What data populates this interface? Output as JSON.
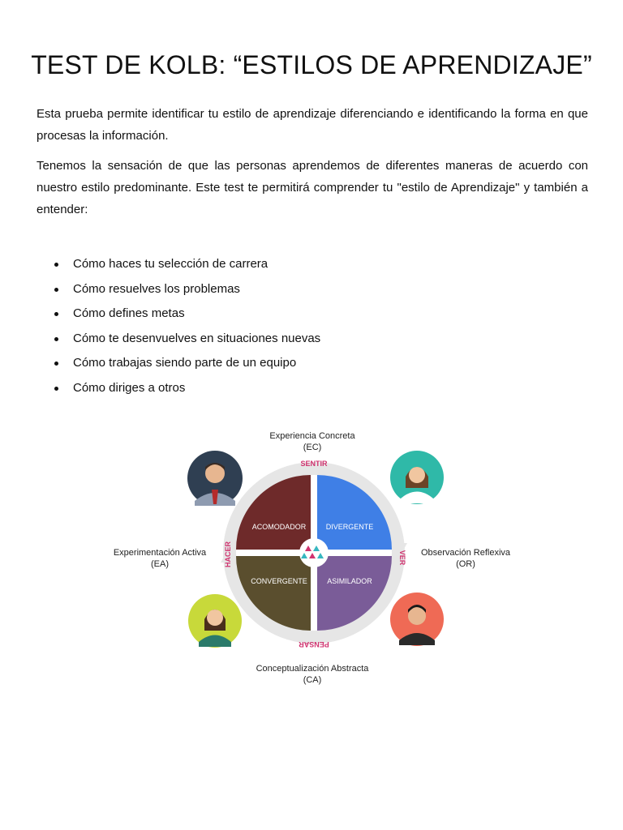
{
  "title": "TEST DE KOLB: “ESTILOS DE APRENDIZAJE”",
  "paragraphs": [
    "Esta prueba permite identificar tu estilo de aprendizaje diferenciando e identificando la forma en que procesas la información.",
    "Tenemos la sensación de que las personas aprendemos de diferentes maneras de acuerdo con nuestro estilo predominante. Este test te permitirá comprender tu \"estilo de Aprendizaje\" y también a entender:"
  ],
  "bullets": [
    "Cómo haces tu selección de carrera",
    "Cómo resuelves los problemas",
    "Cómo defines metas",
    "Cómo te desenvuelves en situaciones nuevas",
    "Cómo trabajas siendo parte de un equipo",
    "Cómo diriges a otros"
  ],
  "diagram": {
    "top_label": {
      "line1": "Experiencia Concreta",
      "line2": "(EC)"
    },
    "bottom_label": {
      "line1": "Conceptualización Abstracta",
      "line2": "(CA)"
    },
    "left_label": {
      "line1": "Experimentación Activa",
      "line2": "(EA)"
    },
    "right_label": {
      "line1": "Observación Reflexiva",
      "line2": "(OR)"
    },
    "verbs": {
      "top": "SENTIR",
      "right": "VER",
      "bottom": "PENSAR",
      "left": "HACER"
    },
    "quadrants": {
      "top_left": "ACOMODADOR",
      "top_right": "DIVERGENTE",
      "bottom_left": "CONVERGENTE",
      "bottom_right": "ASIMILADOR"
    },
    "colors": {
      "acomodador": "#6e2a2a",
      "divergente": "#3f7fe6",
      "convergente": "#5a4e2e",
      "asimilador": "#7a5c98",
      "verb": "#d0336f",
      "ring": "#e6e6e6"
    },
    "avatars": [
      "avatar-man-suit-icon",
      "avatar-woman-teal-icon",
      "avatar-woman-lime-icon",
      "avatar-man-red-icon"
    ]
  }
}
